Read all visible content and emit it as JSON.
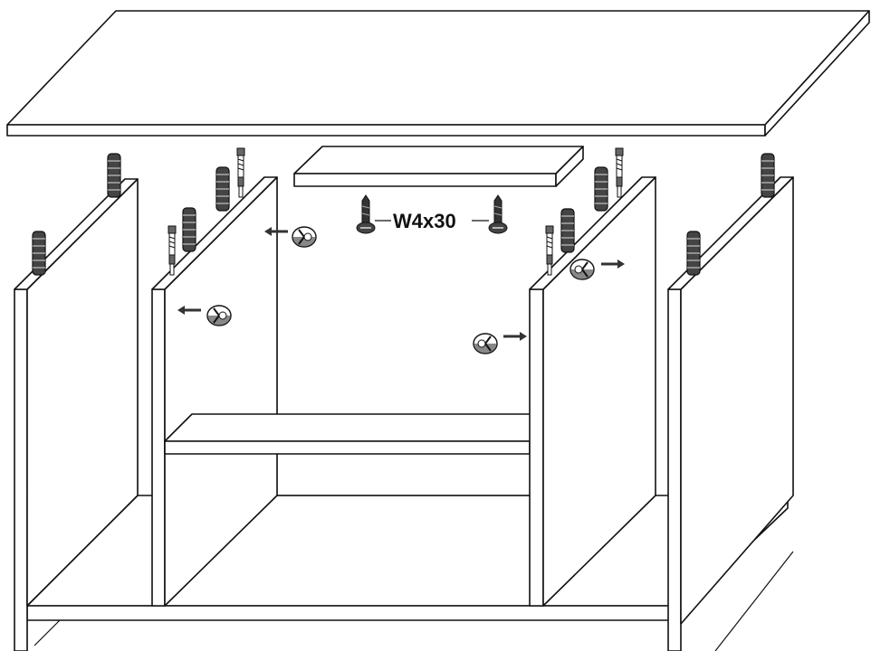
{
  "diagram": {
    "screw_label": "W4x30",
    "parts": {
      "top_panel": "top-panel",
      "shelf_panel": "small-shelf",
      "side_panels": [
        "outer-left-side",
        "inner-left-divider",
        "inner-right-divider",
        "outer-right-side"
      ],
      "fixed_shelf": "middle-fixed-shelf",
      "bottom_panel": "bottom-panel"
    },
    "hardware": {
      "dowels": "wooden-dowel-icon",
      "cam_bolts": "cam-bolt-icon",
      "cam_locks": "cam-lock-icon",
      "screws": "screw-icon",
      "arrows": "direction-arrow-icon"
    }
  }
}
